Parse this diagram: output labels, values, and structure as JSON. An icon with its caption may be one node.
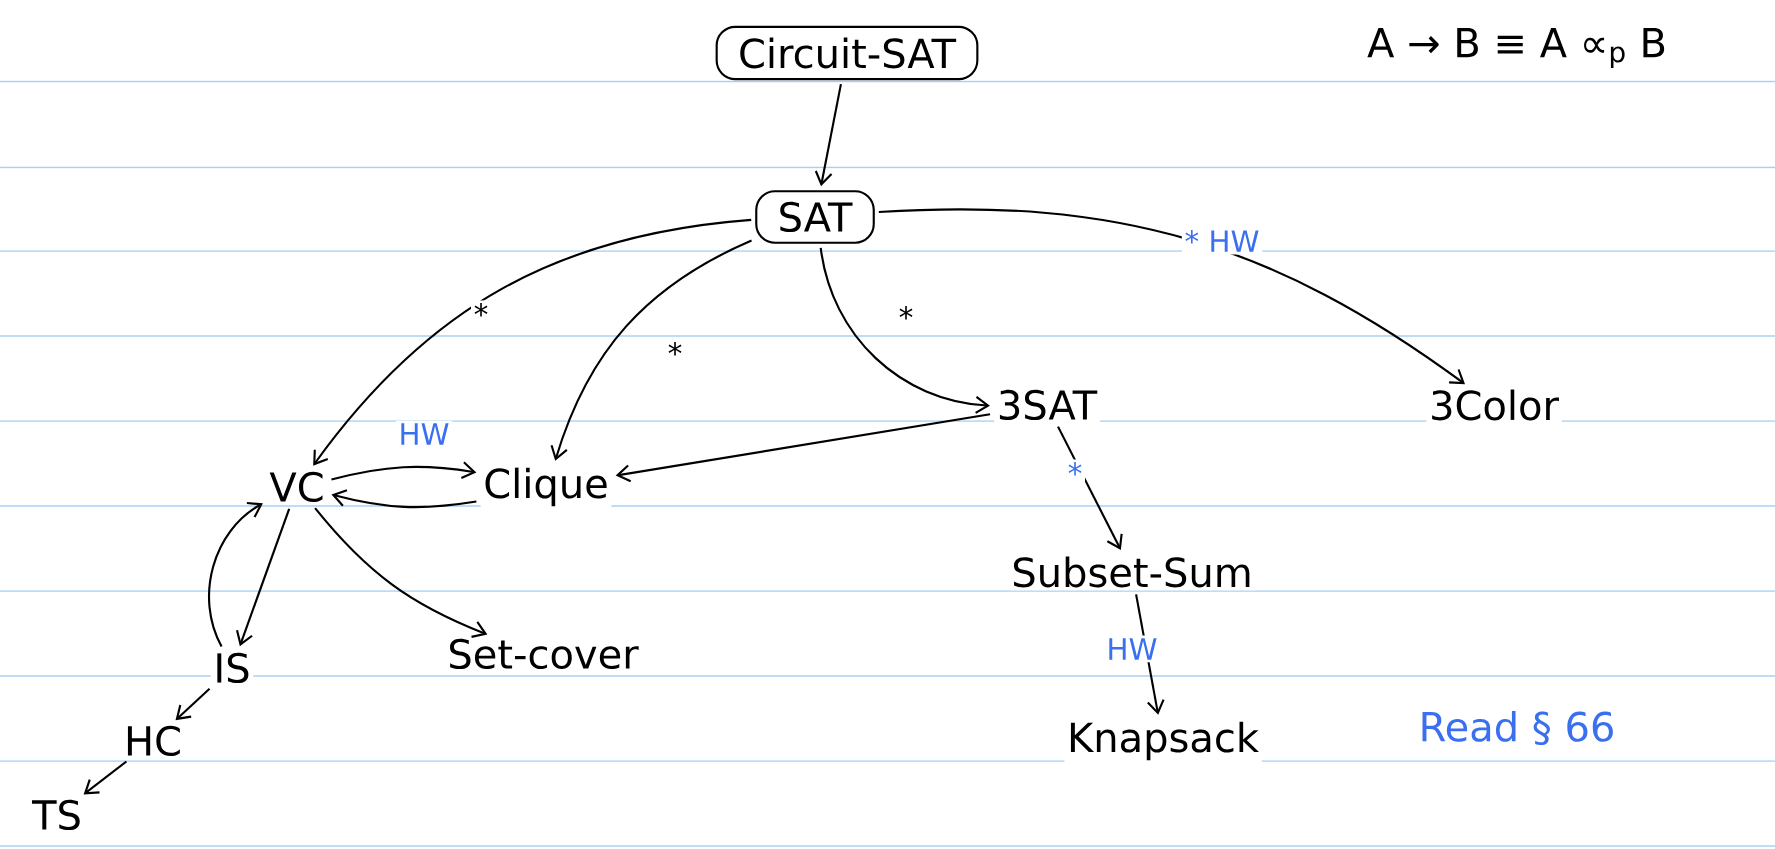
{
  "diagram": {
    "nodes": [
      {
        "text": [
          "Circuit-SAT"
        ]
      },
      {
        "text": [
          "SAT"
        ]
      },
      {
        "text": [
          "VC"
        ]
      },
      {
        "text": [
          "Clique"
        ]
      },
      {
        "text": [
          "3SAT"
        ]
      },
      {
        "text": [
          "3Color"
        ]
      },
      {
        "text": [
          "IS"
        ]
      },
      {
        "text": [
          "Set-cover"
        ]
      },
      {
        "text": [
          "Subset-Sum"
        ]
      },
      {
        "text": [
          "HC"
        ]
      },
      {
        "text": [
          "TS"
        ]
      },
      {
        "text": [
          "Knapsack"
        ]
      }
    ],
    "edges": [
      {
        "from": 0,
        "to": 1,
        "arrow": "to"
      },
      {
        "from": 1,
        "to": 2,
        "arrow": "to",
        "label": "*"
      },
      {
        "from": 1,
        "to": 3,
        "arrow": "to",
        "label": "*"
      },
      {
        "from": 1,
        "to": 4,
        "arrow": "to",
        "label": "*"
      },
      {
        "from": 1,
        "to": 5,
        "arrow": "to",
        "label": "* HW"
      },
      {
        "from": 2,
        "to": 3,
        "arrow": "to",
        "label": "HW"
      },
      {
        "from": 3,
        "to": 2,
        "arrow": "to"
      },
      {
        "from": 4,
        "to": 3,
        "arrow": "to"
      },
      {
        "from": 2,
        "to": 6,
        "arrow": "to"
      },
      {
        "from": 6,
        "to": 2,
        "arrow": "to"
      },
      {
        "from": 2,
        "to": 7,
        "arrow": "to"
      },
      {
        "from": 4,
        "to": 8,
        "arrow": "to",
        "label": "*"
      },
      {
        "from": 6,
        "to": 9,
        "arrow": "to"
      },
      {
        "from": 9,
        "to": 10,
        "arrow": "to"
      },
      {
        "from": 8,
        "to": 11,
        "arrow": "to",
        "label": "HW"
      }
    ],
    "labels": [
      "A → B ≡ A ∝$_{p}$ B",
      "Read § 66"
    ]
  }
}
